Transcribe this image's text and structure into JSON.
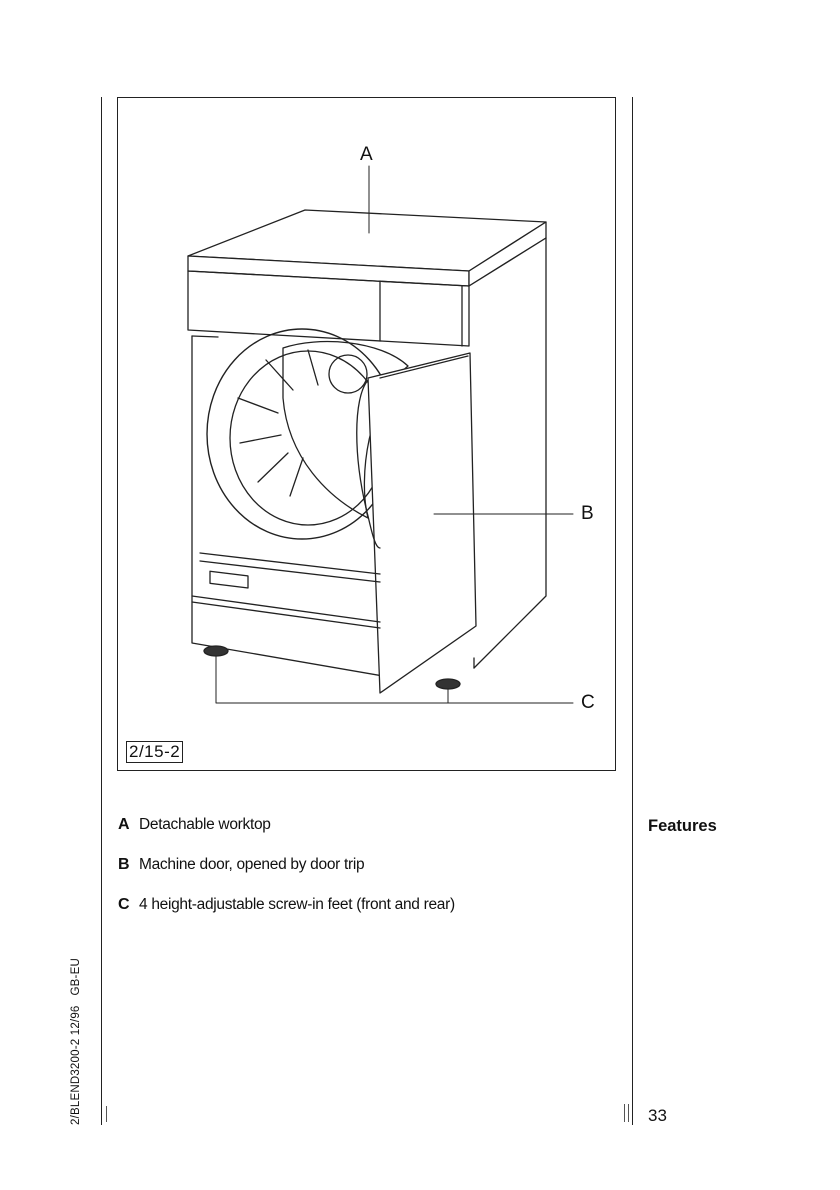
{
  "figure": {
    "id": "2/15-2",
    "callouts": {
      "a": "A",
      "b": "B",
      "c": "C"
    }
  },
  "legend": [
    {
      "key": "A",
      "text": "Detachable worktop"
    },
    {
      "key": "B",
      "text": "Machine door, opened by door trip"
    },
    {
      "key": "C",
      "text": "4 height-adjustable screw-in feet (front and rear)"
    }
  ],
  "section_heading": "Features",
  "page_number": "33",
  "doc_code": {
    "code": "2/BLEND3200-2 12/96",
    "region": "GB-EU"
  }
}
